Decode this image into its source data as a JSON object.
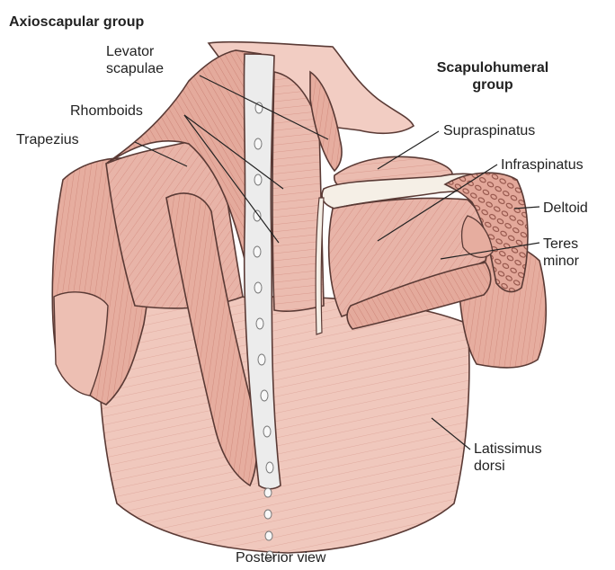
{
  "labels": {
    "axioscapular_group": "Axioscapular group",
    "scapulohumeral_group_line1": "Scapulohumeral",
    "scapulohumeral_group_line2": "group",
    "levator_scapulae_line1": "Levator",
    "levator_scapulae_line2": "scapulae",
    "rhomboids": "Rhomboids",
    "trapezius": "Trapezius",
    "supraspinatus": "Supraspinatus",
    "infraspinatus": "Infraspinatus",
    "deltoid": "Deltoid",
    "teres_minor_line1": "Teres",
    "teres_minor_line2": "minor",
    "latissimus_dorsi_line1": "Latissimus",
    "latissimus_dorsi_line2": "dorsi",
    "caption": "Posterior view"
  },
  "colors": {
    "muscle": "#e8b4a8",
    "muscle_dark": "#d99a8c",
    "muscle_line": "#b9655a",
    "tendon": "#f5efe6",
    "outline": "#5a3a35",
    "skin": "#f2cdc3",
    "spine_bg": "#ececec"
  }
}
